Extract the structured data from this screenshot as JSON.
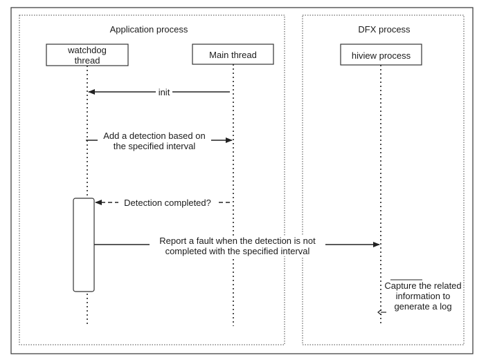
{
  "groups": {
    "application": "Application process",
    "dfx": "DFX process"
  },
  "lifelines": {
    "watchdog": "watchdog thread",
    "main": "Main thread",
    "hiview": "hiview process"
  },
  "messages": {
    "init": "init",
    "add_detection": "Add a detection based on the specified interval",
    "detection_completed": "Detection completed?",
    "report_fault": "Report a fault when the detection is not completed with the specified interval",
    "capture": "Capture the related information to generate a log"
  },
  "colors": {
    "line": "#222222",
    "frame": "#333333"
  }
}
